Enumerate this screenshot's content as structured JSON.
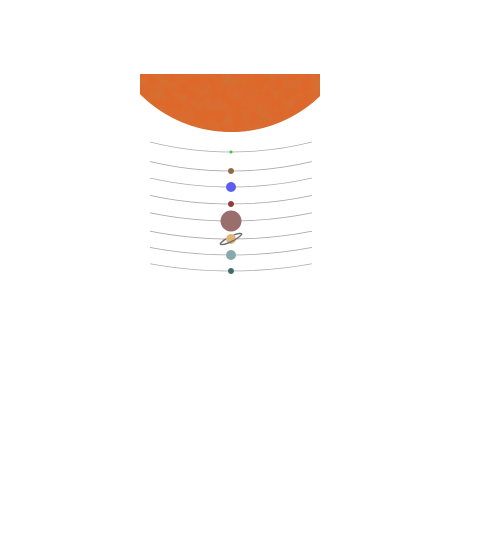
{
  "sun": {
    "color": "#c9501c",
    "dark_color": "#8e3410",
    "light_color": "#e06a2c"
  },
  "orbit_color": "#a9a9a9",
  "planets": [
    {
      "name": "mercury",
      "color": "#3cc44a",
      "size": "tiny"
    },
    {
      "name": "venus",
      "color": "#8d6c45",
      "size": "small"
    },
    {
      "name": "earth",
      "color": "#5d5df0",
      "size": "medium"
    },
    {
      "name": "mars",
      "color": "#8d3f35",
      "size": "small"
    },
    {
      "name": "jupiter",
      "color": "#9b6e6e",
      "size": "large"
    },
    {
      "name": "saturn",
      "color": "#e2b37b",
      "size": "medium",
      "has_rings": true,
      "ring_color": "#6f6f6f"
    },
    {
      "name": "uranus",
      "color": "#87a9ad",
      "size": "medium"
    },
    {
      "name": "neptune",
      "color": "#3f6d6f",
      "size": "small"
    }
  ]
}
